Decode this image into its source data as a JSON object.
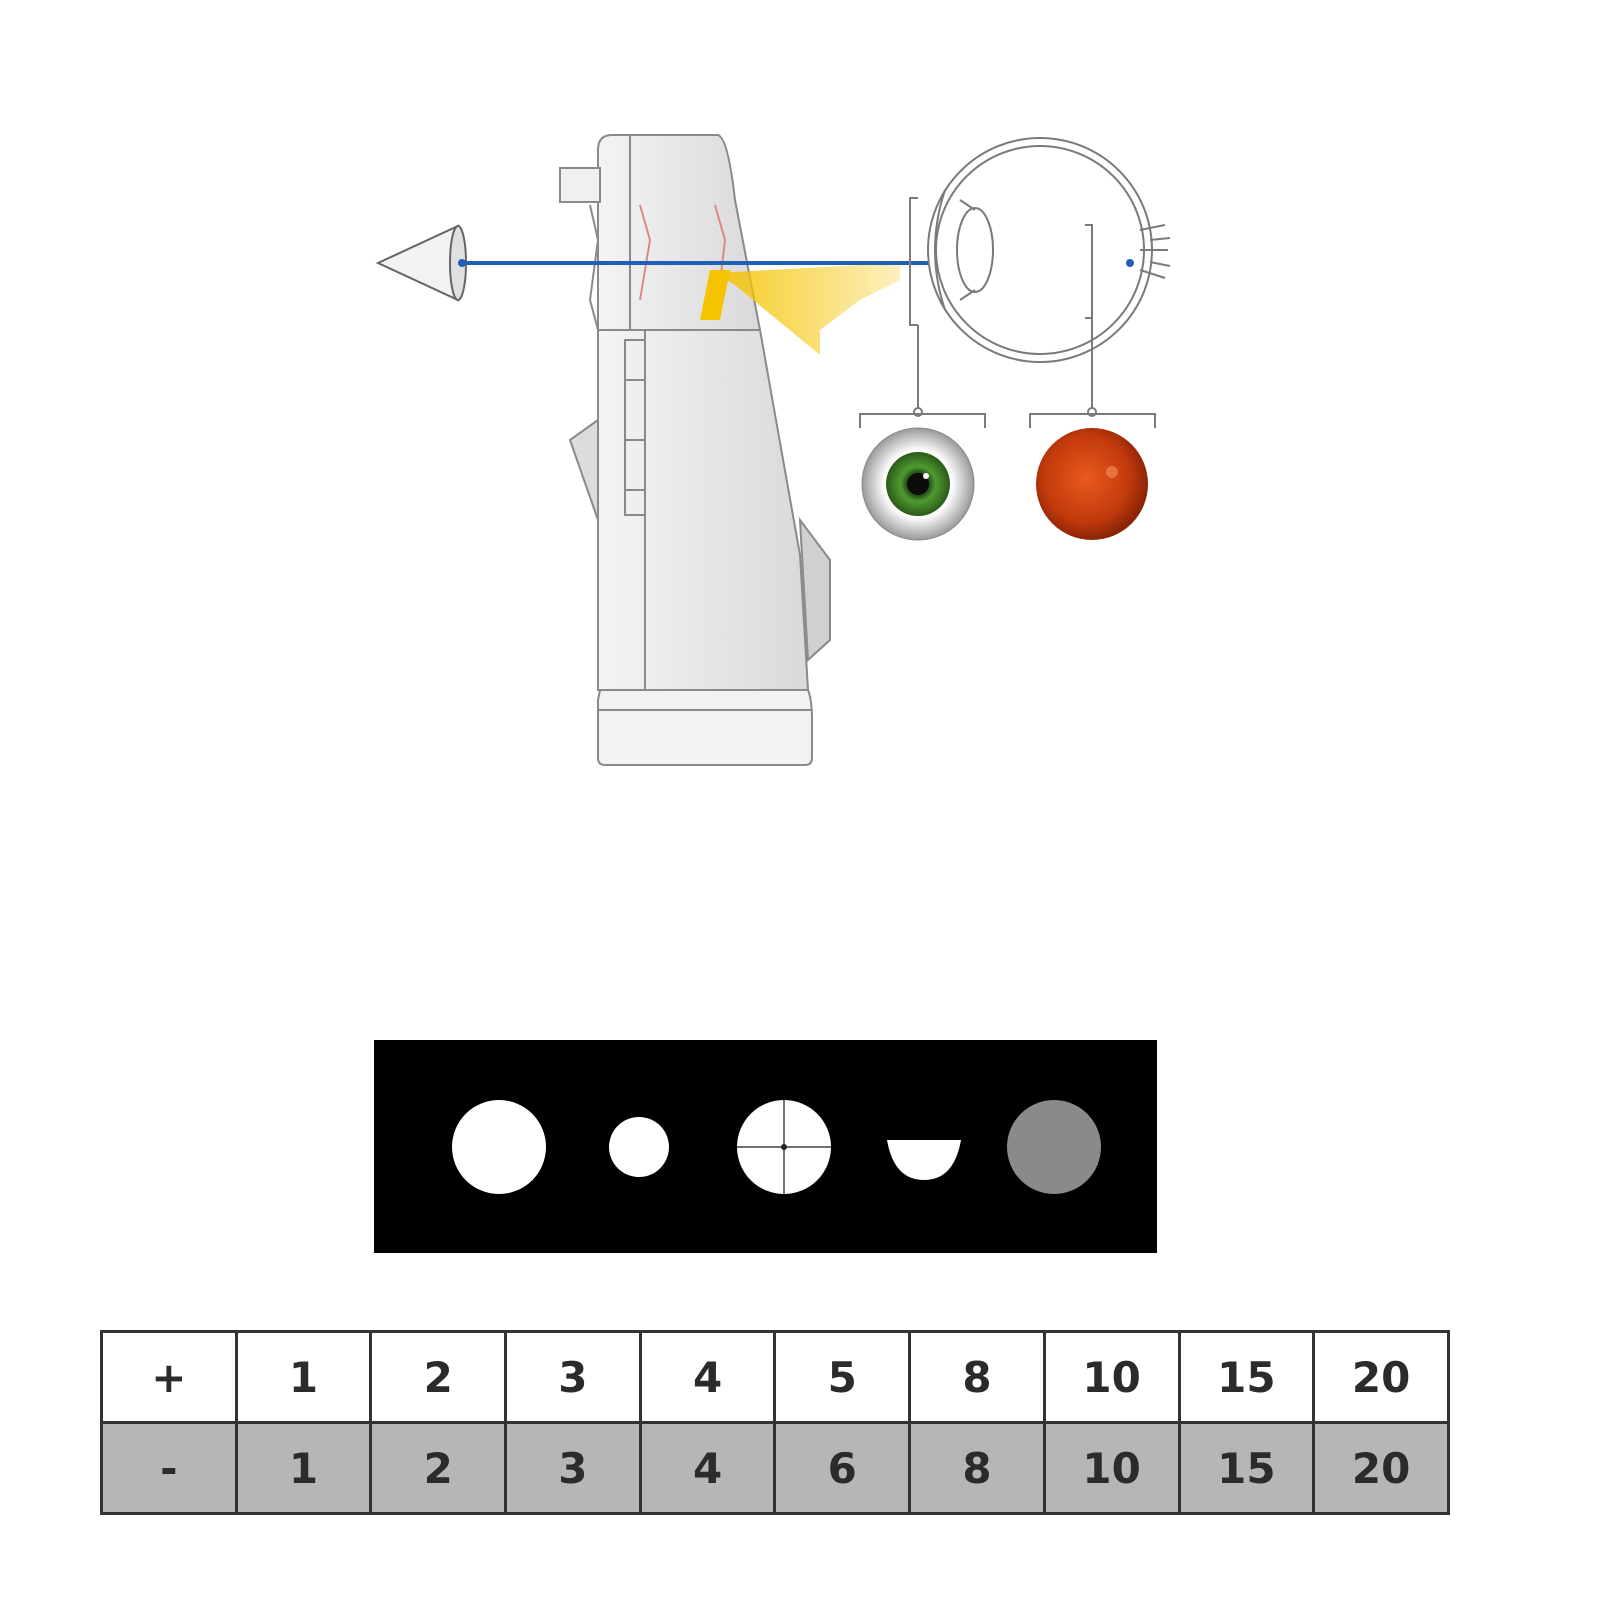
{
  "diagram": {
    "colors": {
      "beam": "#1f5fb5",
      "light": "#f5c300",
      "device_fill": "#ebebeb",
      "device_stroke": "#8a8a8a",
      "iris": "#3f8f2a",
      "fundus": "#c23a0c"
    },
    "icons": [
      "observer-eye-cone-icon",
      "ophthalmoscope-body",
      "eye-cross-section-icon",
      "anterior-eye-icon",
      "fundus-icon"
    ]
  },
  "aperture_strip": {
    "apertures": [
      {
        "name": "large-spot"
      },
      {
        "name": "small-spot"
      },
      {
        "name": "reticle"
      },
      {
        "name": "slit-half-circle"
      },
      {
        "name": "red-free-filter"
      }
    ],
    "colors": {
      "background": "#000000",
      "aperture": "#ffffff",
      "filter": "#8a8a8a"
    }
  },
  "lens_table": {
    "plus_row": [
      "+",
      "1",
      "2",
      "3",
      "4",
      "5",
      "8",
      "10",
      "15",
      "20"
    ],
    "minus_row": [
      "-",
      "1",
      "2",
      "3",
      "4",
      "6",
      "8",
      "10",
      "15",
      "20"
    ]
  }
}
